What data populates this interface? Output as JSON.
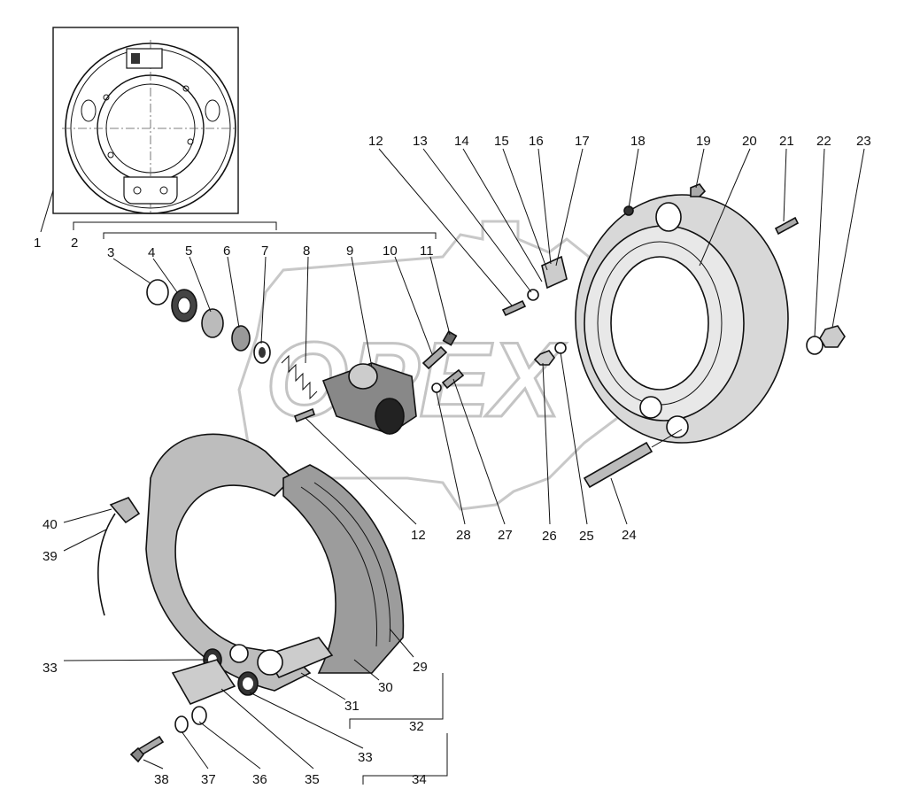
{
  "watermark": "OPEX",
  "callouts": {
    "c1": "1",
    "c2": "2",
    "c3": "3",
    "c4": "4",
    "c5": "5",
    "c6": "6",
    "c7": "7",
    "c8": "8",
    "c9": "9",
    "c10": "10",
    "c11": "11",
    "c12a": "12",
    "c12b": "12",
    "c13": "13",
    "c14": "14",
    "c15": "15",
    "c16": "16",
    "c17": "17",
    "c18": "18",
    "c19": "19",
    "c20": "20",
    "c21": "21",
    "c22": "22",
    "c23": "23",
    "c24": "24",
    "c25": "25",
    "c26": "26",
    "c27": "27",
    "c28": "28",
    "c29": "29",
    "c30": "30",
    "c31": "31",
    "c32": "32",
    "c33a": "33",
    "c33b": "33",
    "c34": "34",
    "c35": "35",
    "c36": "36",
    "c37": "37",
    "c38": "38",
    "c39": "39",
    "c40": "40"
  }
}
